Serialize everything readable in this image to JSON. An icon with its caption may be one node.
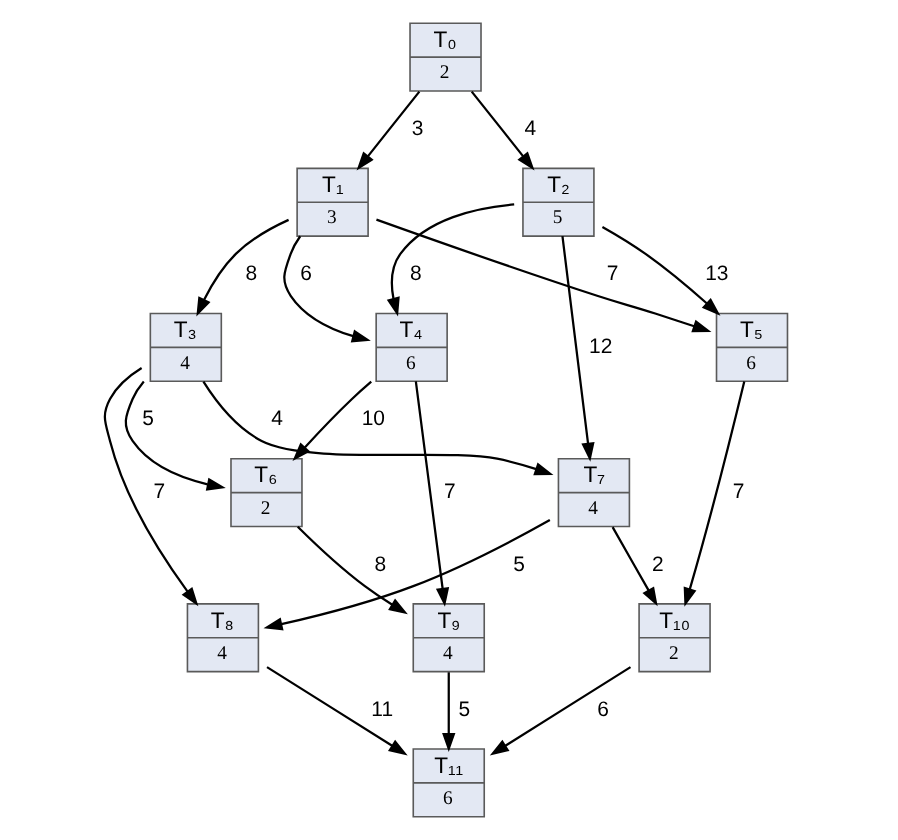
{
  "diagram": {
    "nodes": [
      {
        "text": [
          "T₀",
          "2"
        ]
      },
      {
        "text": [
          "T₁",
          "3"
        ]
      },
      {
        "text": [
          "T₂",
          "5"
        ]
      },
      {
        "text": [
          "T₃",
          "4"
        ]
      },
      {
        "text": [
          "T₄",
          "6"
        ]
      },
      {
        "text": [
          "T₅",
          "6"
        ]
      },
      {
        "text": [
          "T₆",
          "2"
        ]
      },
      {
        "text": [
          "T₇",
          "4"
        ]
      },
      {
        "text": [
          "T₈",
          "4"
        ]
      },
      {
        "text": [
          "T₉",
          "4"
        ]
      },
      {
        "text": [
          "T₁₀",
          "2"
        ]
      },
      {
        "text": [
          "T₁₁",
          "6"
        ]
      }
    ],
    "edges": [
      {
        "from": 0,
        "to": 1,
        "arrow": "to",
        "label": "3"
      },
      {
        "from": 0,
        "to": 2,
        "arrow": "to",
        "label": "4"
      },
      {
        "from": 1,
        "to": 3,
        "arrow": "to",
        "label": "8"
      },
      {
        "from": 1,
        "to": 4,
        "arrow": "to",
        "label": "6"
      },
      {
        "from": 1,
        "to": 5,
        "arrow": "to",
        "label": "7"
      },
      {
        "from": 2,
        "to": 4,
        "arrow": "to",
        "label": "8"
      },
      {
        "from": 2,
        "to": 5,
        "arrow": "to",
        "label": "13"
      },
      {
        "from": 2,
        "to": 7,
        "arrow": "to",
        "label": "12"
      },
      {
        "from": 3,
        "to": 6,
        "arrow": "to",
        "label": "5"
      },
      {
        "from": 3,
        "to": 7,
        "arrow": "to",
        "label": "4"
      },
      {
        "from": 3,
        "to": 8,
        "arrow": "to",
        "label": "7"
      },
      {
        "from": 4,
        "to": 6,
        "arrow": "to",
        "label": "10"
      },
      {
        "from": 4,
        "to": 9,
        "arrow": "to",
        "label": "7"
      },
      {
        "from": 5,
        "to": 10,
        "arrow": "to",
        "label": "7"
      },
      {
        "from": 6,
        "to": 9,
        "arrow": "to",
        "label": "8"
      },
      {
        "from": 7,
        "to": 8,
        "arrow": "to",
        "label": "5"
      },
      {
        "from": 7,
        "to": 10,
        "arrow": "to",
        "label": "2"
      },
      {
        "from": 8,
        "to": 11,
        "arrow": "to",
        "label": "11"
      },
      {
        "from": 9,
        "to": 11,
        "arrow": "to",
        "label": "5"
      },
      {
        "from": 10,
        "to": 11,
        "arrow": "to",
        "label": "6"
      }
    ]
  }
}
